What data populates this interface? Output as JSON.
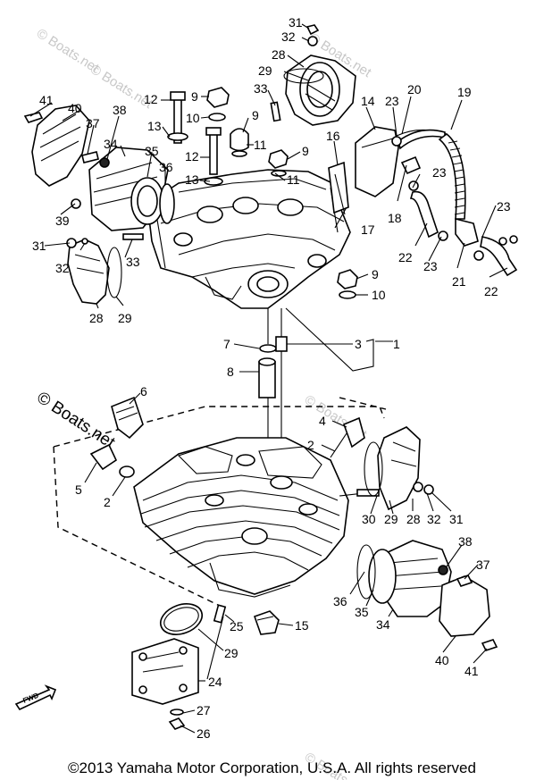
{
  "watermarks": [
    {
      "id": "wm-1",
      "text": "© Boats.net"
    },
    {
      "id": "wm-2",
      "text": "© Boats.net"
    },
    {
      "id": "wm-3",
      "text": "© Boats.net"
    },
    {
      "id": "wm-4",
      "text": "© Boats.net"
    },
    {
      "id": "wm-5",
      "text": "© Boats.net"
    },
    {
      "id": "wm-6",
      "text": "© Boats.net"
    }
  ],
  "callouts": {
    "c31a": "31",
    "c32a": "32",
    "c28a": "28",
    "c29a": "29",
    "c33a": "33",
    "c20": "20",
    "c19": "19",
    "c23a": "23",
    "c14": "14",
    "c12a": "12",
    "c9a": "9",
    "c10a": "10",
    "c9b": "9",
    "c41a": "41",
    "c40a": "40",
    "c38a": "38",
    "c37a": "37",
    "c13a": "13",
    "c11a": "11",
    "c16": "16",
    "c12b": "12",
    "c9c": "9",
    "c34a": "34",
    "c35a": "35",
    "c36a": "36",
    "c13b": "13",
    "c11b": "11",
    "c23b": "23",
    "c18": "18",
    "c39": "39",
    "c17": "17",
    "c23c": "23",
    "c31b": "31",
    "c32b": "32",
    "c33b": "33",
    "c22a": "22",
    "c23d": "23",
    "c21": "21",
    "c22b": "22",
    "c9d": "9",
    "c10b": "10",
    "c28b": "28",
    "c29b": "29",
    "c7": "7",
    "c3": "3",
    "c1": "1",
    "c8": "8",
    "c6": "6",
    "c4": "4",
    "c2a": "2",
    "c5": "5",
    "c2b": "2",
    "c30": "30",
    "c29c": "29",
    "c28c": "28",
    "c32c": "32",
    "c31c": "31",
    "c38b": "38",
    "c37b": "37",
    "c36b": "36",
    "c35b": "35",
    "c34b": "34",
    "c25": "25",
    "c15": "15",
    "c29d": "29",
    "c40b": "40",
    "c41b": "41",
    "c24": "24",
    "c27": "27",
    "c26": "26"
  },
  "fwd_label": "FWD",
  "copyright": "©2013 Yamaha Motor Corporation, U.S.A. All rights reserved"
}
